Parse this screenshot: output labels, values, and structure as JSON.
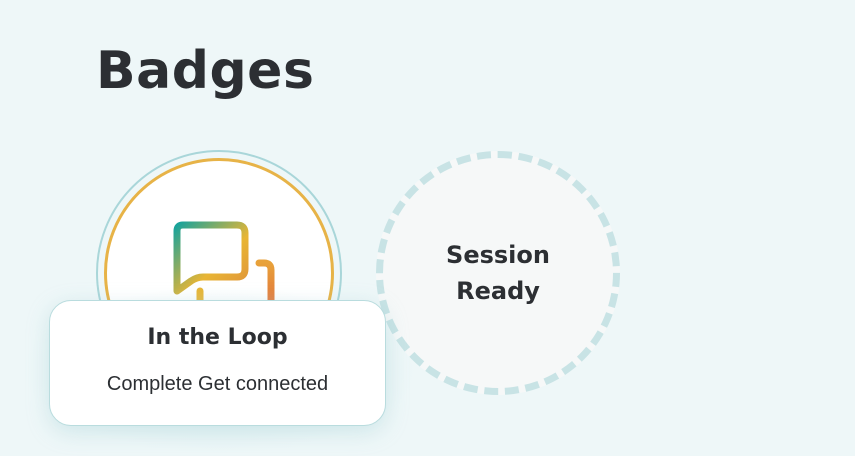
{
  "page": {
    "title": "Badges"
  },
  "badges": [
    {
      "status": "earned",
      "icon": "chat-bubbles-icon",
      "tooltip": {
        "title": "In the Loop",
        "description": "Complete Get connected"
      }
    },
    {
      "status": "locked",
      "label_line1": "Session",
      "label_line2": "Ready"
    }
  ],
  "colors": {
    "background": "#eef7f8",
    "text": "#2c2f33",
    "earned_outer_ring": "#a9d6d9",
    "earned_inner_ring": "#e7b347",
    "locked_dashed_ring": "#c8e3e5",
    "icon_gradient_start": "#1aa39a",
    "icon_gradient_mid": "#e8b534",
    "icon_gradient_end": "#e0623c"
  }
}
